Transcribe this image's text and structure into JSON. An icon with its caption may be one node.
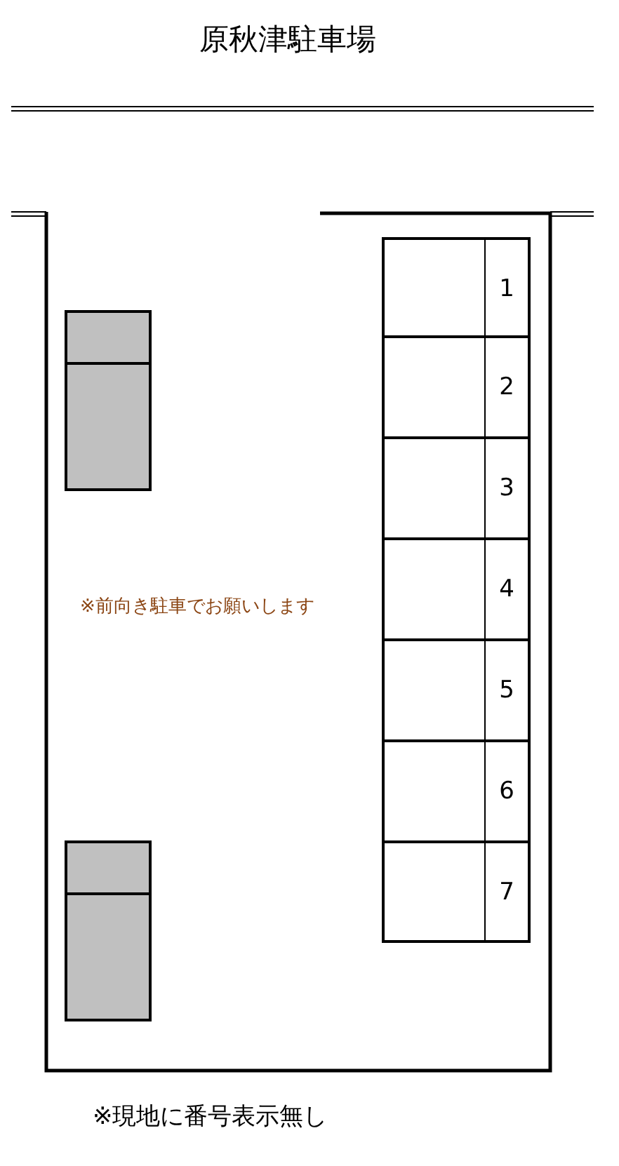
{
  "diagram": {
    "title": "原秋津駐車場",
    "nodes": [
      {
        "text": [
          "1"
        ]
      },
      {
        "text": [
          "2"
        ]
      },
      {
        "text": [
          "3"
        ]
      },
      {
        "text": [
          "4"
        ]
      },
      {
        "text": [
          "5"
        ]
      },
      {
        "text": [
          "6"
        ]
      },
      {
        "text": [
          "7"
        ]
      }
    ],
    "labels": [
      "※前向き駐車でお願いします",
      "※現地に番号表示無し"
    ]
  }
}
